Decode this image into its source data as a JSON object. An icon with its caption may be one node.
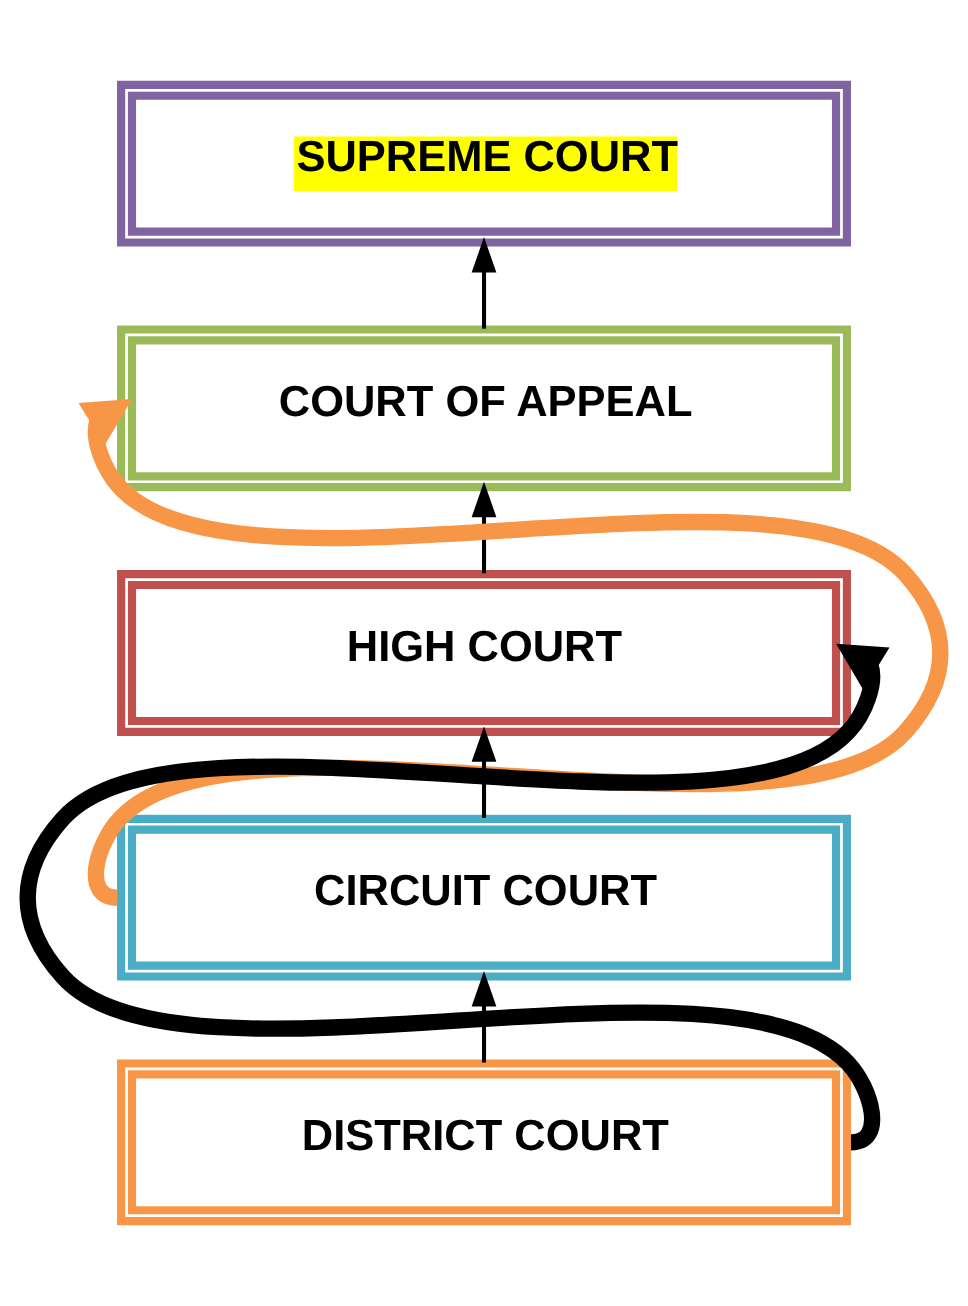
{
  "diagram": {
    "nodes": [
      {
        "text": [
          "SUPREME COURT"
        ]
      },
      {
        "text": [
          "COURT OF APPEAL"
        ]
      },
      {
        "text": [
          "HIGH COURT"
        ]
      },
      {
        "text": [
          "CIRCUIT COURT"
        ]
      },
      {
        "text": [
          "DISTRICT COURT"
        ]
      }
    ],
    "edges": [
      {
        "from": 1,
        "to": 0,
        "arrow": "to"
      },
      {
        "from": 2,
        "to": 1,
        "arrow": "to"
      },
      {
        "from": 3,
        "to": 2,
        "arrow": "to"
      },
      {
        "from": 4,
        "to": 3,
        "arrow": "to"
      },
      {
        "from": 3,
        "to": 1,
        "arrow": "to",
        "style": "thick",
        "color": "#f79646"
      },
      {
        "from": 4,
        "to": 2,
        "arrow": "to",
        "style": "thick",
        "color": "#000000"
      }
    ]
  }
}
